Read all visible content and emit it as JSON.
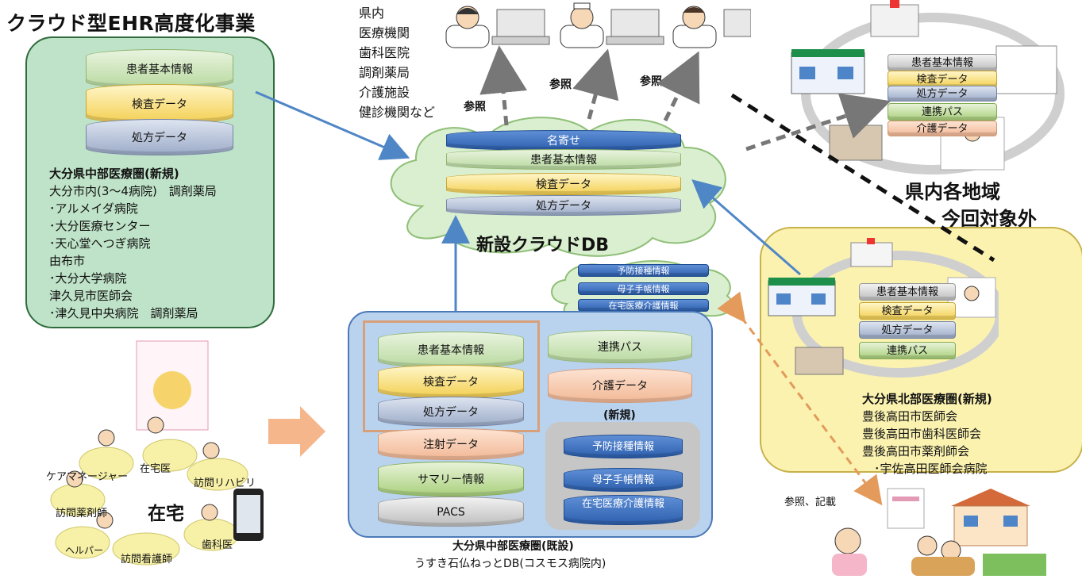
{
  "title": "クラウド型EHR高度化事業",
  "stakeholders": [
    "県内",
    "医療機関",
    "歯科医院",
    "調剤薬局",
    "介護施設",
    "健診機関など"
  ],
  "refer_labels": [
    "参照",
    "参照",
    "参照"
  ],
  "central_area": {
    "caption": "大分県中部医療圏(新規)",
    "lines": [
      "大分市内(3～4病院)　調剤薬局",
      "･アルメイダ病院",
      "･大分医療センター",
      "･天心堂へつぎ病院",
      "由布市",
      "･大分大学病院",
      "津久見市医師会",
      "･津久見中央病院　調剤薬局"
    ],
    "db": [
      "患者基本情報",
      "検査データ",
      "処方データ"
    ]
  },
  "cloud_db": {
    "label": "新設クラウドDB",
    "layers": [
      "名寄せ",
      "患者基本情報",
      "検査データ",
      "処方データ"
    ]
  },
  "small_cloud": [
    "予防接種情報",
    "母子手帳情報",
    "在宅医療介護情報"
  ],
  "other_regions": {
    "line1": "県内各地域",
    "line2": "今回対象外",
    "db": [
      "患者基本情報",
      "検査データ",
      "処方データ",
      "連携パス",
      "介護データ"
    ]
  },
  "north_area": {
    "caption": "大分県北部医療圏(新規)",
    "lines": [
      "豊後高田市医師会",
      "豊後高田市歯科医師会",
      "豊後高田市薬剤師会",
      "　･宇佐高田医師会病院"
    ],
    "db": [
      "患者基本情報",
      "検査データ",
      "処方データ",
      "連携パス"
    ]
  },
  "existing": {
    "caption1": "大分県中部医療圏(既設)",
    "caption2": "うすき石仏ねっとDB(コスモス病院内)",
    "left_db": [
      "患者基本情報",
      "検査データ",
      "処方データ",
      "注射データ",
      "サマリー情報",
      "PACS"
    ],
    "right_db": [
      "連携パス",
      "介護データ"
    ],
    "new_label": "(新規)",
    "new_db": [
      "予防接種情報",
      "母子手帳情報",
      "在宅医療介護情報"
    ]
  },
  "home": {
    "label": "在宅",
    "roles": [
      "ケアマネージャー",
      "在宅医",
      "訪問リハビリ",
      "訪問薬剤師",
      "ヘルパー",
      "訪問看護師",
      "歯科医"
    ]
  },
  "ref_record": "参照、記載",
  "icon_names": [
    "doctor-icon",
    "nurse-icon",
    "pharmacist-icon",
    "computer-icon",
    "hospital-icon",
    "smartphone-icon",
    "mother-child-handbook-icon",
    "house-icon"
  ]
}
